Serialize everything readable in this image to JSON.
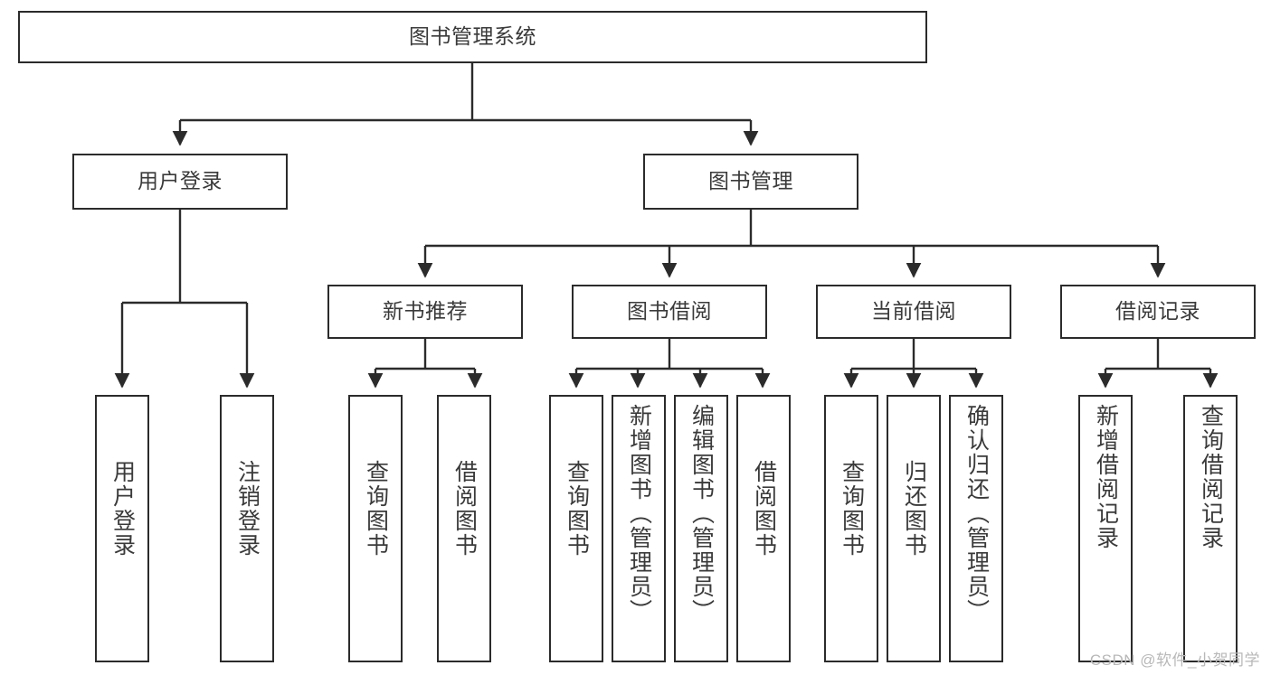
{
  "diagram": {
    "title": "图书管理系统",
    "type": "hierarchy-tree",
    "watermark": "CSDN @软件_小贺同学",
    "colors": {
      "box_border": "#2b2b2b",
      "box_fill": "#ffffff",
      "text": "#3a3a3a",
      "edge": "#2b2b2b",
      "watermark": "#b8b8b8"
    },
    "nodes": {
      "root": {
        "label": "图书管理系统"
      },
      "level2": [
        {
          "label": "用户登录"
        },
        {
          "label": "图书管理"
        }
      ],
      "level3": [
        {
          "label": "新书推荐"
        },
        {
          "label": "图书借阅"
        },
        {
          "label": "当前借阅"
        },
        {
          "label": "借阅记录"
        }
      ],
      "leaves": {
        "user_login": [
          {
            "label": "用户登录"
          },
          {
            "label": "注销登录"
          }
        ],
        "new_book_recommend": [
          {
            "label": "查询图书"
          },
          {
            "label": "借阅图书"
          }
        ],
        "book_borrow": [
          {
            "label": "查询图书"
          },
          {
            "label": "新增图书（管理员）"
          },
          {
            "label": "编辑图书（管理员）"
          },
          {
            "label": "借阅图书"
          }
        ],
        "current_borrow": [
          {
            "label": "查询图书"
          },
          {
            "label": "归还图书"
          },
          {
            "label": "确认归还（管理员）"
          }
        ],
        "borrow_record": [
          {
            "label": "新增借阅记录"
          },
          {
            "label": "查询借阅记录"
          }
        ]
      }
    }
  }
}
